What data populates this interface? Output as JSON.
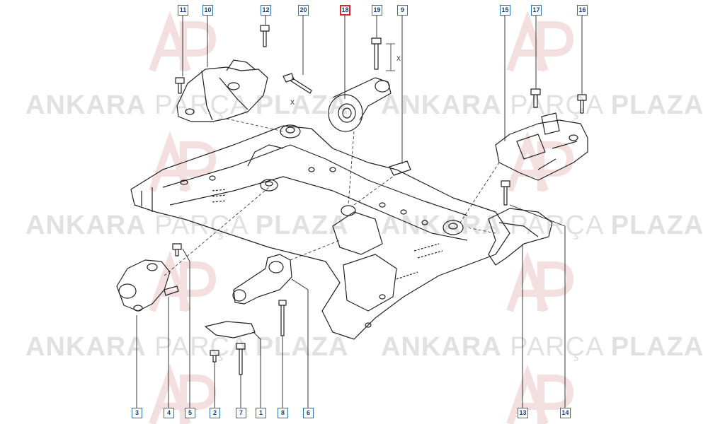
{
  "watermark": {
    "brand_bold_1": "ANKARA",
    "brand_light": "PARÇA",
    "brand_bold_2": "PLAZA",
    "logo_letters": "AP"
  },
  "callouts": [
    {
      "id": "c11",
      "label": "11"
    },
    {
      "id": "c10",
      "label": "10"
    },
    {
      "id": "c12",
      "label": "12"
    },
    {
      "id": "c20",
      "label": "20"
    },
    {
      "id": "c18",
      "label": "18",
      "highlighted": true
    },
    {
      "id": "c19",
      "label": "19"
    },
    {
      "id": "c9",
      "label": "9"
    },
    {
      "id": "c15",
      "label": "15"
    },
    {
      "id": "c17",
      "label": "17"
    },
    {
      "id": "c16",
      "label": "16"
    },
    {
      "id": "c3",
      "label": "3"
    },
    {
      "id": "c4",
      "label": "4"
    },
    {
      "id": "c5",
      "label": "5"
    },
    {
      "id": "c2",
      "label": "2"
    },
    {
      "id": "c7",
      "label": "7"
    },
    {
      "id": "c1",
      "label": "1"
    },
    {
      "id": "c8",
      "label": "8"
    },
    {
      "id": "c6",
      "label": "6"
    },
    {
      "id": "c13",
      "label": "13"
    },
    {
      "id": "c14",
      "label": "14"
    }
  ],
  "dimension_labels": {
    "x_upper": "X",
    "x_left": "X"
  },
  "colors": {
    "callout_border": "#2b6fb5",
    "callout_text": "#1c3f6e",
    "highlight_border": "#d8262d",
    "line_art": "#222222",
    "watermark": "#c9c9c9"
  }
}
